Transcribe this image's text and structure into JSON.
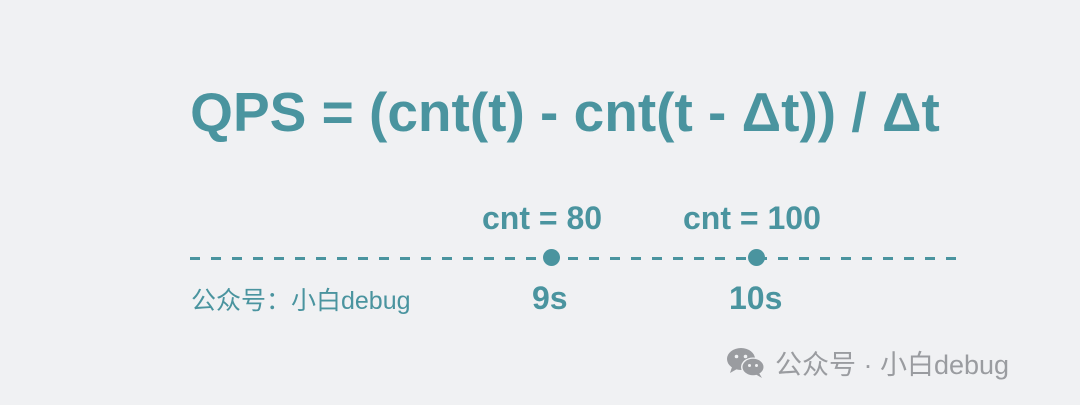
{
  "formula": "QPS = (cnt(t) - cnt(t - Δt)) / Δt",
  "timeline": {
    "points": [
      {
        "cnt_label": "cnt = 80",
        "time_label": "9s"
      },
      {
        "cnt_label": "cnt = 100",
        "time_label": "10s"
      }
    ],
    "account_label": "公众号：小白debug"
  },
  "watermark": {
    "icon": "wechat-icon",
    "text": "公众号 · 小白debug"
  },
  "colors": {
    "accent": "#4a949f",
    "background": "#f0f1f3",
    "watermark": "#9a9ca0"
  }
}
